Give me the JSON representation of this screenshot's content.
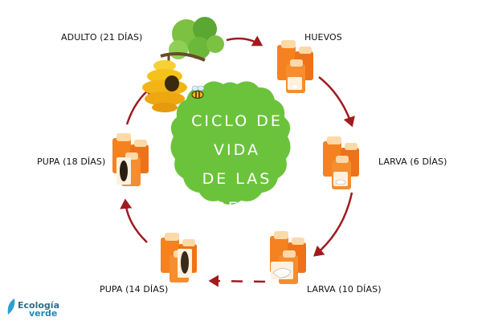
{
  "title": [
    "CICLO DE",
    "VIDA",
    "DE LAS",
    "ABEJAS"
  ],
  "stages": [
    {
      "id": "adulto",
      "label": "ADULTO (21 DÍAS)",
      "icon": "beehive-icon"
    },
    {
      "id": "huevos",
      "label": "HUEVOS",
      "icon": "honeycomb-eggs-icon"
    },
    {
      "id": "larva6",
      "label": "LARVA (6 DÍAS)",
      "icon": "honeycomb-larva-icon"
    },
    {
      "id": "larva10",
      "label": "LARVA (10 DÍAS)",
      "icon": "honeycomb-larva-icon"
    },
    {
      "id": "pupa14",
      "label": "PUPA (14 DÍAS)",
      "icon": "honeycomb-pupa-icon"
    },
    {
      "id": "pupa18",
      "label": "PUPA (18 DÍAS)",
      "icon": "honeycomb-pupa-icon"
    }
  ],
  "brand": {
    "line1": "Ecología",
    "line2": "verde"
  },
  "colors": {
    "center": "#6bc33b",
    "arrow": "#a11b1e",
    "comb": "#f58220",
    "comb_light": "#fdd9a8",
    "hive": "#f5c21a"
  }
}
